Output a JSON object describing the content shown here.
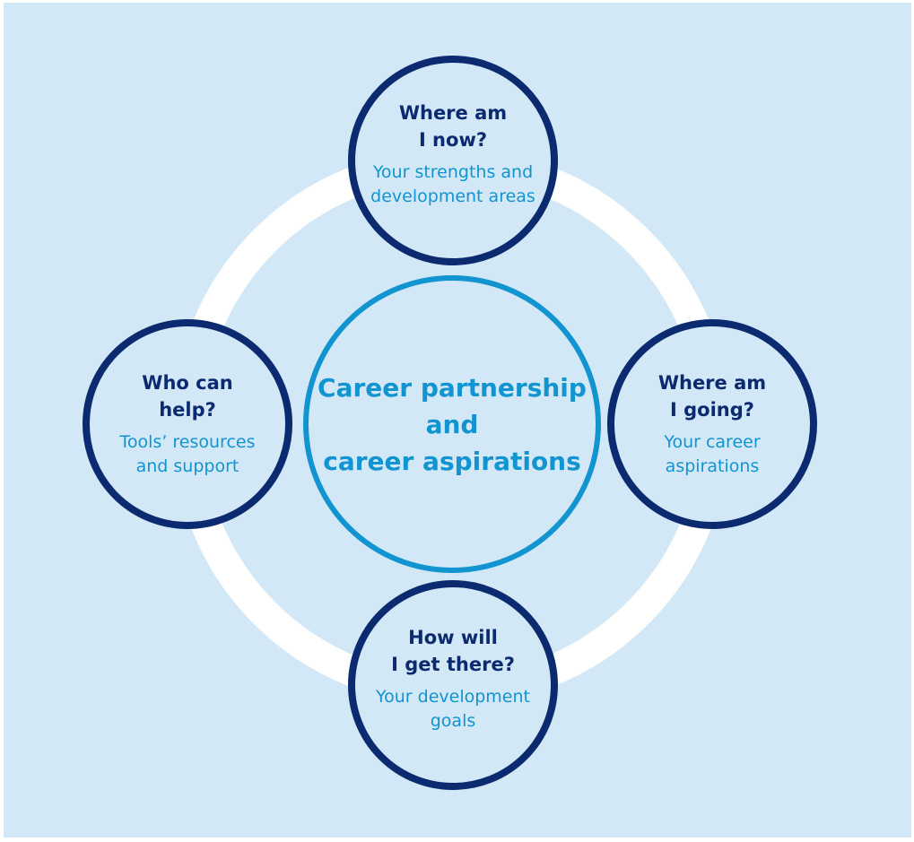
{
  "center": {
    "title": "Career partnership\nand\ncareer aspirations"
  },
  "nodes": {
    "top": {
      "question": "Where am\nI now?",
      "answer": "Your strengths and\ndevelopment areas"
    },
    "right": {
      "question": "Where am\nI going?",
      "answer": "Your career\naspirations"
    },
    "bottom": {
      "question": "How will\nI get there?",
      "answer": "Your development\ngoals"
    },
    "left": {
      "question": "Who can\nhelp?",
      "answer": "Tools’ resources\nand support"
    }
  },
  "colors": {
    "background": "#d3e8f6",
    "ring": "#ffffff",
    "outer_border": "#0b2a6f",
    "center_border": "#1194cf",
    "question_text": "#0b2a6f",
    "answer_text": "#1194cf"
  }
}
